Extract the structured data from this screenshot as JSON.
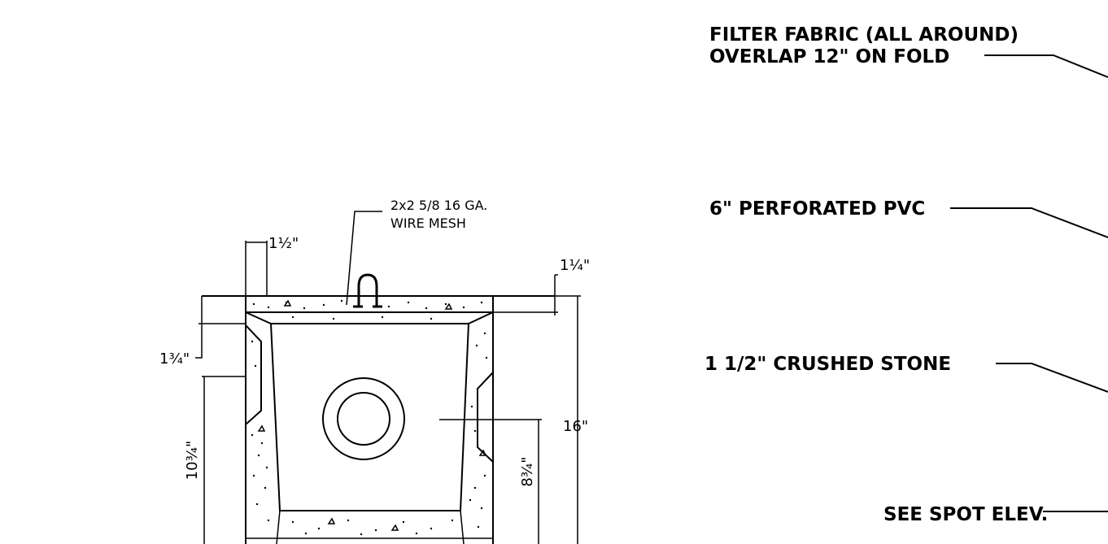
{
  "annotations": {
    "filter_fabric_line1": "FILTER FABRIC (ALL AROUND)",
    "filter_fabric_line2": "OVERLAP 12\" ON FOLD",
    "perforated_pvc": "6\" PERFORATED PVC",
    "crushed_stone": "1 1/2\" CRUSHED STONE",
    "spot_elev": "SEE SPOT ELEV.",
    "wire_mesh_line1": "2x2 5/8 16 GA.",
    "wire_mesh_line2": "WIRE MESH"
  },
  "dimensions": {
    "top_wall": "1½\"",
    "lid_thickness": "1¼\"",
    "ledge_height": "1¾\"",
    "side_height": "10¾\"",
    "pipe_center_height": "8¾\"",
    "overall_height": "16\""
  }
}
